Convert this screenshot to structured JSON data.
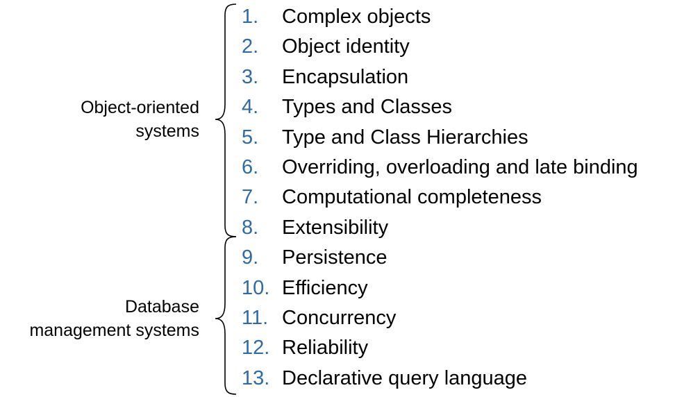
{
  "groups": {
    "object_oriented": [
      "Object-oriented",
      "systems"
    ],
    "database": [
      "Database",
      "management systems"
    ]
  },
  "items": [
    {
      "number": "1.",
      "text": "Complex objects"
    },
    {
      "number": "2.",
      "text": "Object identity"
    },
    {
      "number": "3.",
      "text": "Encapsulation"
    },
    {
      "number": "4.",
      "text": "Types and Classes"
    },
    {
      "number": "5.",
      "text": "Type and Class Hierarchies"
    },
    {
      "number": "6.",
      "text": "Overriding, overloading and late binding"
    },
    {
      "number": "7.",
      "text": "Computational completeness"
    },
    {
      "number": "8.",
      "text": "Extensibility"
    },
    {
      "number": "9.",
      "text": "Persistence"
    },
    {
      "number": "10.",
      "text": "Efficiency"
    },
    {
      "number": "11.",
      "text": "Concurrency"
    },
    {
      "number": "12.",
      "text": "Reliability"
    },
    {
      "number": "13.",
      "text": "Declarative query language"
    }
  ],
  "colors": {
    "number": "#2e6aa8",
    "text": "#000000",
    "brace": "#000000"
  }
}
